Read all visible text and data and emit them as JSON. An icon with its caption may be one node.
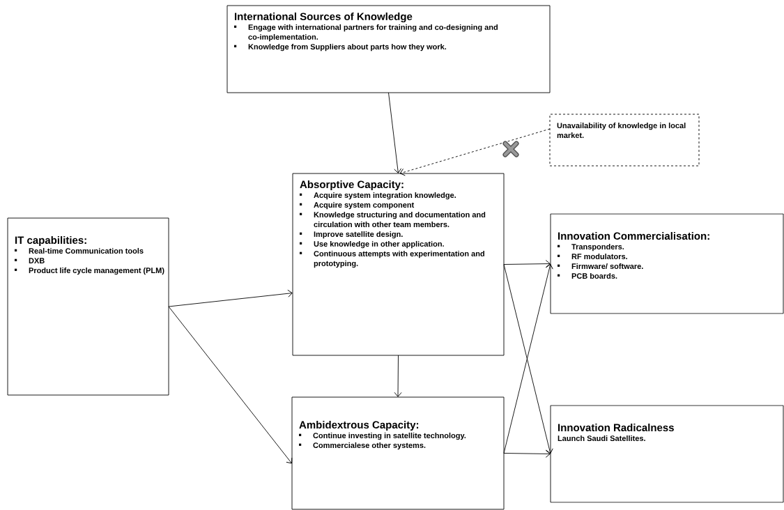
{
  "diagram": {
    "nodes": [
      {
        "text": [
          "International Sources of Knowledge",
          "Engage with international partners for training and co-designing and co-implementation.",
          "Knowledge from Suppliers about parts how they work."
        ]
      },
      {
        "text": [
          "Unavailability of knowledge in local market."
        ]
      },
      {
        "text": [
          "Absorptive Capacity:",
          "Acquire system integration knowledge.",
          "Acquire system component",
          "Knowledge structuring and documentation and circulation with other team members.",
          "Improve satellite design.",
          "Use knowledge in other application.",
          "Continuous attempts with experimentation and prototyping."
        ]
      },
      {
        "text": [
          "IT capabilities:",
          "Real-time Communication tools",
          "DXB",
          "Product life cycle management (PLM)"
        ]
      },
      {
        "text": [
          "Innovation Commercialisation:",
          "Transponders.",
          "RF modulators.",
          "Firmware/ software.",
          "PCB boards."
        ]
      },
      {
        "text": [
          "Ambidextrous Capacity:",
          "Continue investing in satellite technology.",
          "Commercialese other systems."
        ]
      },
      {
        "text": [
          "Innovation Radicalness",
          "Launch Saudi Satellites."
        ]
      }
    ],
    "edges": [
      {
        "from": 0,
        "to": 2,
        "arrow": "to"
      },
      {
        "from": 1,
        "to": 2,
        "arrow": "to",
        "style": "dashed"
      },
      {
        "from": 3,
        "to": 2,
        "arrow": "to"
      },
      {
        "from": 3,
        "to": 5,
        "arrow": "to"
      },
      {
        "from": 2,
        "to": 5,
        "arrow": "to"
      },
      {
        "from": 2,
        "to": 4,
        "arrow": "to"
      },
      {
        "from": 2,
        "to": 6,
        "arrow": "to"
      },
      {
        "from": 5,
        "to": 4,
        "arrow": "to"
      },
      {
        "from": 5,
        "to": 6,
        "arrow": "to"
      }
    ]
  }
}
